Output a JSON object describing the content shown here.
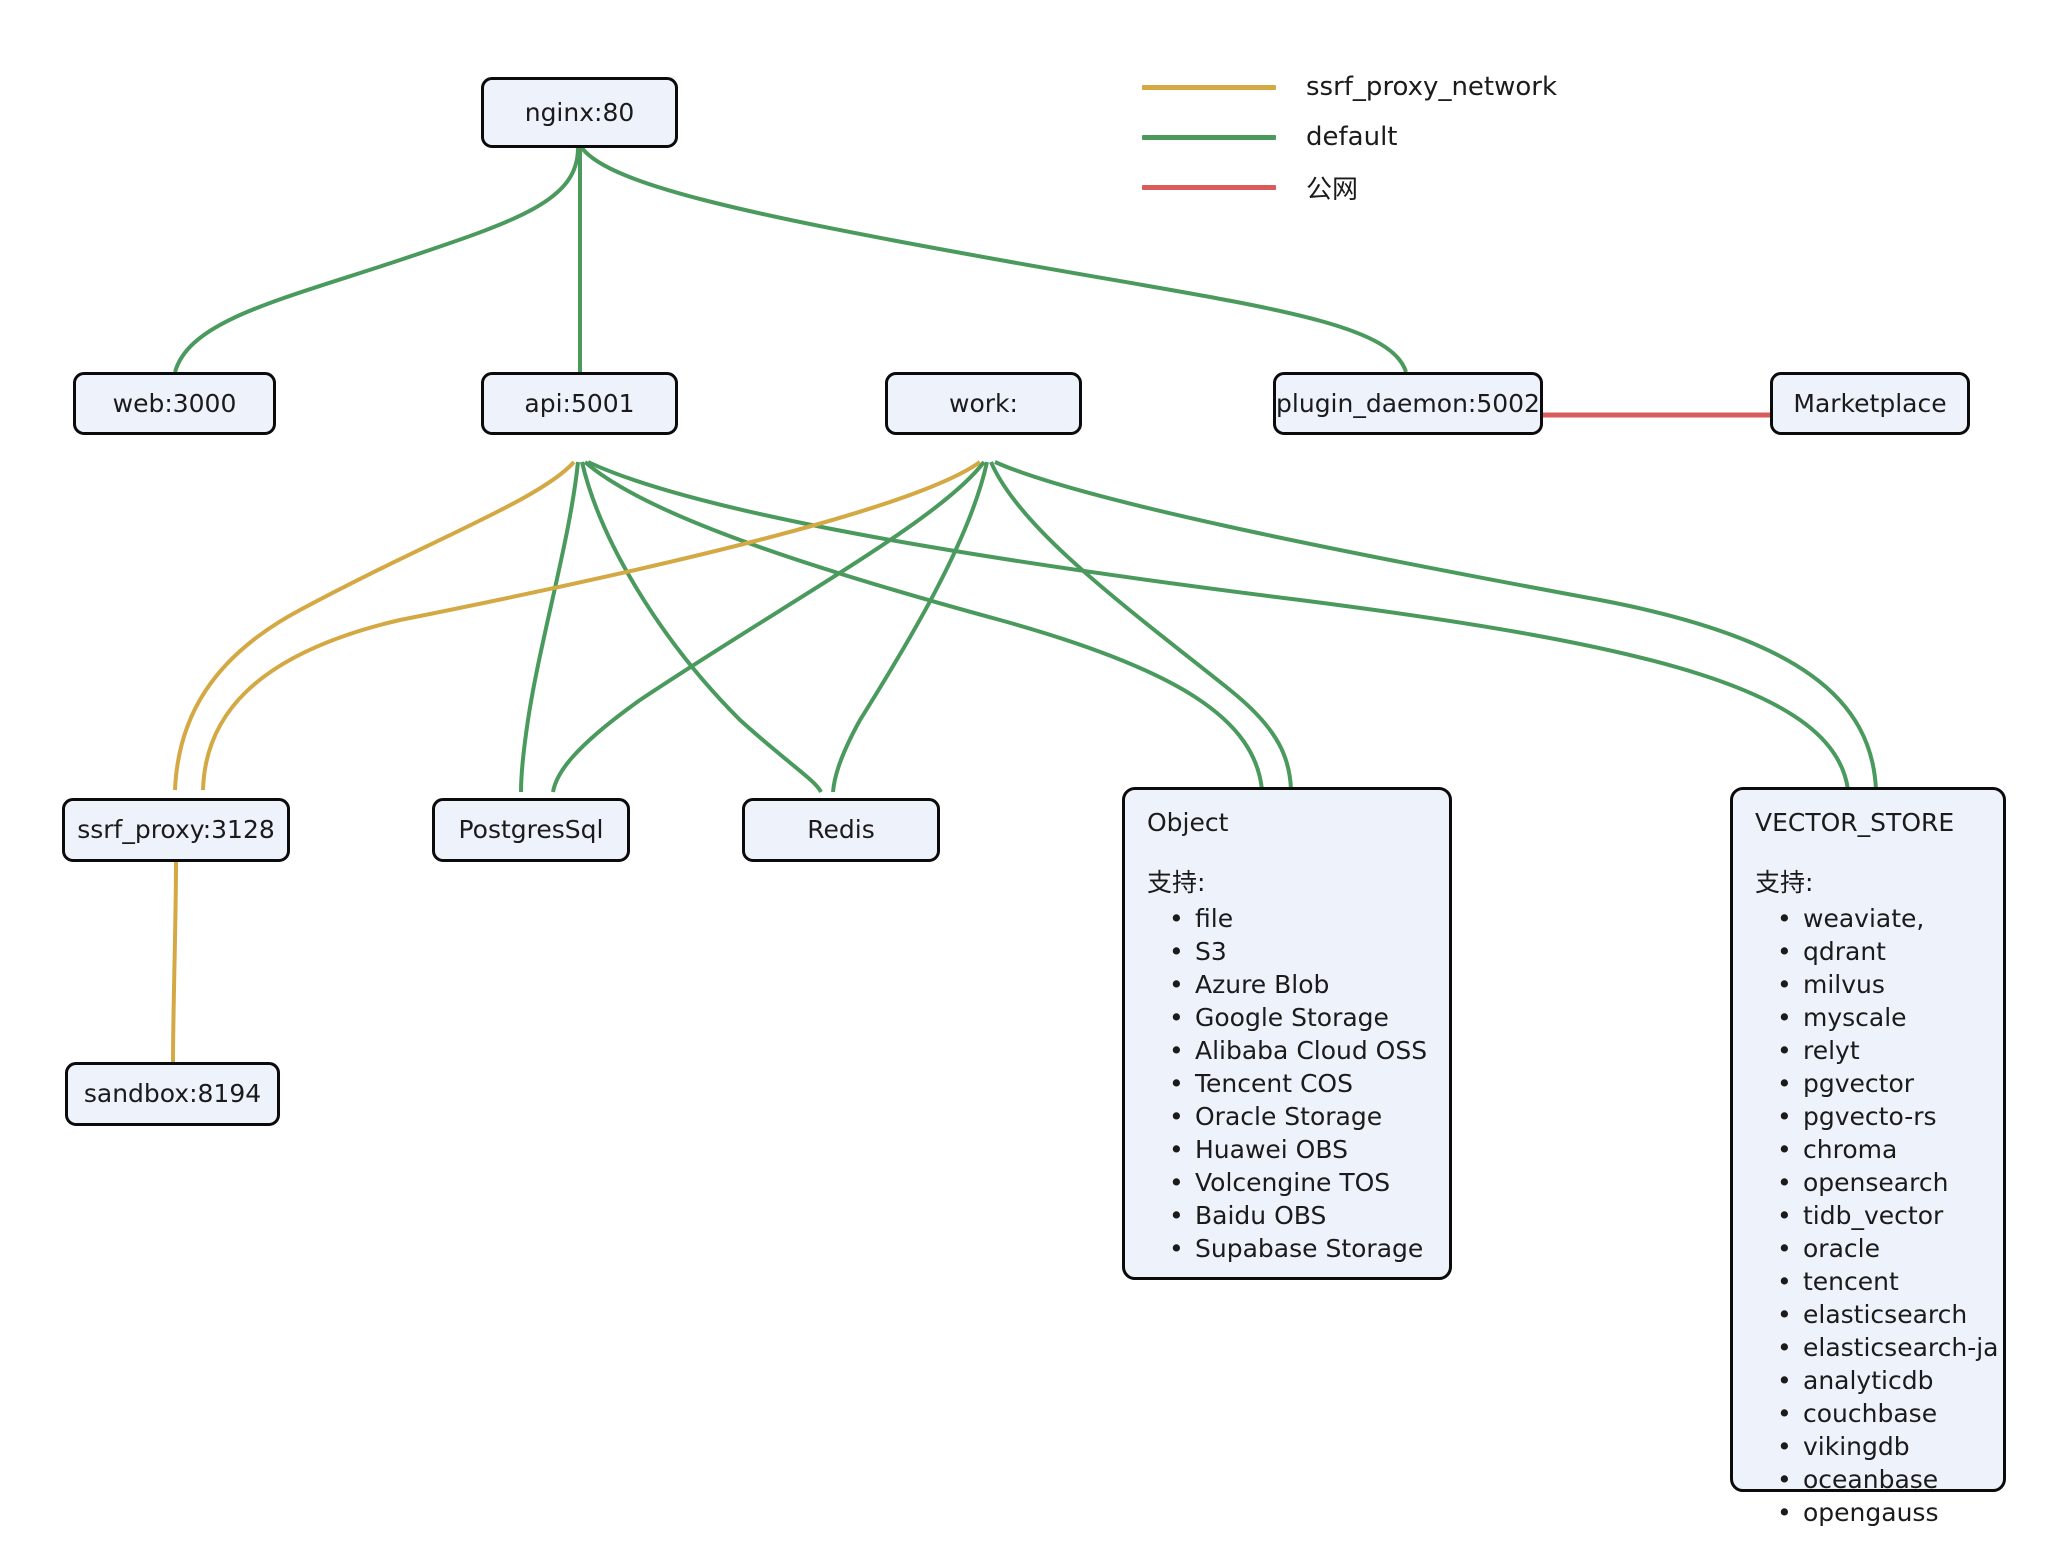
{
  "diagram": {
    "title": "Dify deployment network topology",
    "background": "#ffffff"
  },
  "colors": {
    "ssrf_proxy_network": "#d4a843",
    "default": "#4a9a5e",
    "public_network": "#d85c5c",
    "node_fill": "#eef2fb",
    "node_border": "#0b0b0b",
    "text": "#1b1b1b"
  },
  "legend": {
    "items": [
      {
        "label": "ssrf_proxy_network",
        "color": "#d4a843"
      },
      {
        "label": "default",
        "color": "#4a9a5e"
      },
      {
        "label": "公网",
        "color": "#d85c5c"
      }
    ]
  },
  "nodes": {
    "nginx": {
      "label": "nginx:80"
    },
    "web": {
      "label": "web:3000"
    },
    "api": {
      "label": "api:5001"
    },
    "work": {
      "label": "work:"
    },
    "plugin_daemon": {
      "label": "plugin_daemon:5002"
    },
    "marketplace": {
      "label": "Marketplace"
    },
    "ssrf_proxy": {
      "label": "ssrf_proxy:3128"
    },
    "postgres": {
      "label": "PostgresSql"
    },
    "redis": {
      "label": "Redis"
    },
    "sandbox": {
      "label": "sandbox:8194"
    },
    "object_store": {
      "title": "Object",
      "supports_label": "支持:",
      "items": [
        "file",
        "S3",
        "Azure Blob",
        "Google Storage",
        "Alibaba Cloud OSS",
        "Tencent COS",
        "Oracle Storage",
        "Huawei OBS",
        "Volcengine TOS",
        "Baidu OBS",
        "Supabase Storage"
      ]
    },
    "vector_store": {
      "title": "VECTOR_STORE",
      "supports_label": "支持:",
      "items": [
        "weaviate,",
        "qdrant",
        "milvus",
        "myscale",
        "relyt",
        "pgvector",
        "pgvecto-rs",
        "chroma",
        "opensearch",
        "tidb_vector",
        "oracle",
        "tencent",
        "elasticsearch",
        "elasticsearch-ja",
        "analyticdb",
        "couchbase",
        "vikingdb",
        "oceanbase",
        "opengauss"
      ]
    }
  },
  "edges": [
    {
      "from": "nginx",
      "to": "web",
      "network": "default"
    },
    {
      "from": "nginx",
      "to": "api",
      "network": "default"
    },
    {
      "from": "nginx",
      "to": "plugin_daemon",
      "network": "default"
    },
    {
      "from": "plugin_daemon",
      "to": "marketplace",
      "network": "公网"
    },
    {
      "from": "api",
      "to": "ssrf_proxy",
      "network": "ssrf_proxy_network"
    },
    {
      "from": "api",
      "to": "postgres",
      "network": "default"
    },
    {
      "from": "api",
      "to": "redis",
      "network": "default"
    },
    {
      "from": "api",
      "to": "object_store",
      "network": "default"
    },
    {
      "from": "api",
      "to": "vector_store",
      "network": "default"
    },
    {
      "from": "work",
      "to": "ssrf_proxy",
      "network": "ssrf_proxy_network"
    },
    {
      "from": "work",
      "to": "postgres",
      "network": "default"
    },
    {
      "from": "work",
      "to": "redis",
      "network": "default"
    },
    {
      "from": "work",
      "to": "object_store",
      "network": "default"
    },
    {
      "from": "work",
      "to": "vector_store",
      "network": "default"
    },
    {
      "from": "ssrf_proxy",
      "to": "sandbox",
      "network": "ssrf_proxy_network"
    }
  ]
}
